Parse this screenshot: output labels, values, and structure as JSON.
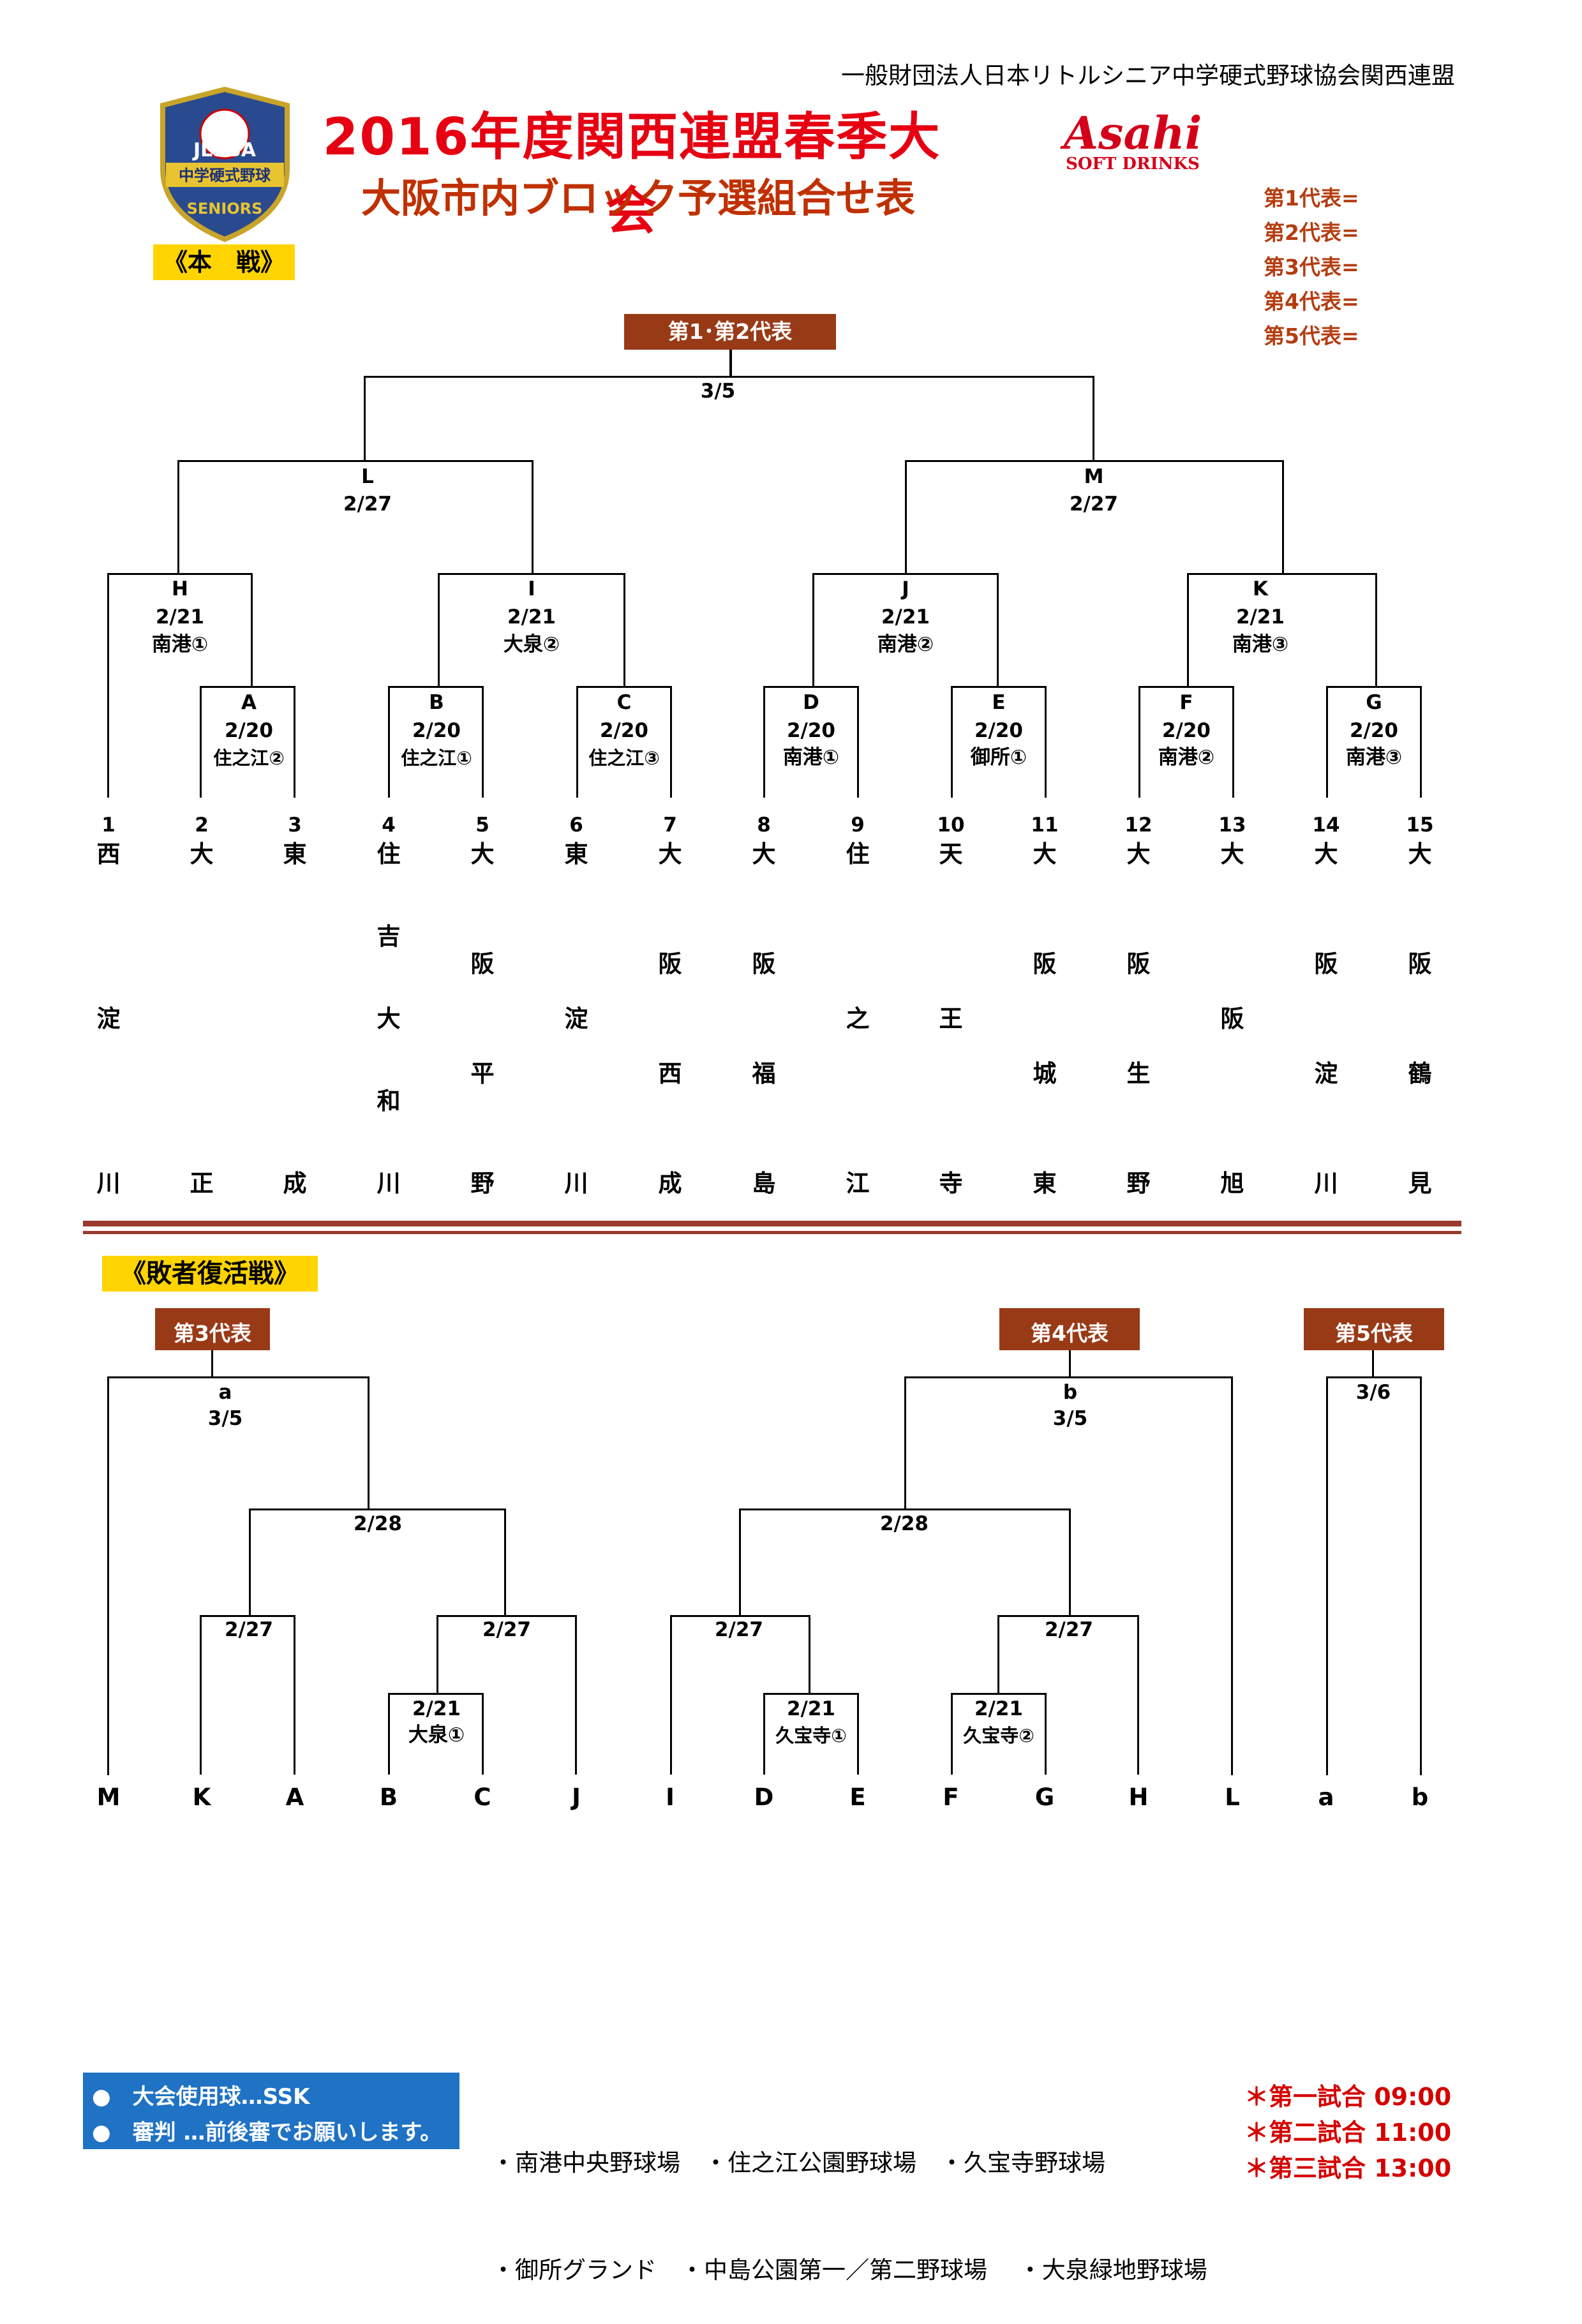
{
  "header": {
    "org": "一般財団法人日本リトルシニア中学硬式野球協会関西連盟",
    "title": "2016年度関西連盟春季大会",
    "subtitle": "大阪市内ブロック予選組合せ表",
    "logo_top": "JLSBA",
    "logo_band": "中学硬式野球",
    "logo_bottom": "SENIORS",
    "sponsor_main": "Asahi",
    "sponsor_sub": "SOFT DRINKS"
  },
  "main": {
    "section_label": "《本　戦》",
    "final_box": "第1･第2代表",
    "reps": [
      "第1代表=",
      "第2代表=",
      "第3代表=",
      "第4代表=",
      "第5代表="
    ],
    "final_date": "3/5",
    "semis": [
      {
        "id": "L",
        "date": "2/27"
      },
      {
        "id": "M",
        "date": "2/27"
      }
    ],
    "quarters": [
      {
        "id": "H",
        "date": "2/21",
        "venue": "南港①"
      },
      {
        "id": "I",
        "date": "2/21",
        "venue": "大泉②"
      },
      {
        "id": "J",
        "date": "2/21",
        "venue": "南港②"
      },
      {
        "id": "K",
        "date": "2/21",
        "venue": "南港③"
      }
    ],
    "firsts": [
      {
        "id": "A",
        "date": "2/20",
        "venue": "住之江②"
      },
      {
        "id": "B",
        "date": "2/20",
        "venue": "住之江①"
      },
      {
        "id": "C",
        "date": "2/20",
        "venue": "住之江③"
      },
      {
        "id": "D",
        "date": "2/20",
        "venue": "南港①"
      },
      {
        "id": "E",
        "date": "2/20",
        "venue": "御所①"
      },
      {
        "id": "F",
        "date": "2/20",
        "venue": "南港②"
      },
      {
        "id": "G",
        "date": "2/20",
        "venue": "南港③"
      }
    ],
    "teams": [
      {
        "no": "1",
        "chars": [
          "西",
          "淀",
          "川"
        ]
      },
      {
        "no": "2",
        "chars": [
          "大",
          "正"
        ]
      },
      {
        "no": "3",
        "chars": [
          "東",
          "成"
        ]
      },
      {
        "no": "4",
        "chars": [
          "住",
          "吉",
          "大",
          "和",
          "川"
        ]
      },
      {
        "no": "5",
        "chars": [
          "大",
          "阪",
          "平",
          "野"
        ]
      },
      {
        "no": "6",
        "chars": [
          "東",
          "淀",
          "川"
        ]
      },
      {
        "no": "7",
        "chars": [
          "大",
          "阪",
          "西",
          "成"
        ]
      },
      {
        "no": "8",
        "chars": [
          "大",
          "阪",
          "福",
          "島"
        ]
      },
      {
        "no": "9",
        "chars": [
          "住",
          "之",
          "江"
        ]
      },
      {
        "no": "10",
        "chars": [
          "天",
          "王",
          "寺"
        ]
      },
      {
        "no": "11",
        "chars": [
          "大",
          "阪",
          "城",
          "東"
        ]
      },
      {
        "no": "12",
        "chars": [
          "大",
          "阪",
          "生",
          "野"
        ]
      },
      {
        "no": "13",
        "chars": [
          "大",
          "阪",
          "旭"
        ]
      },
      {
        "no": "14",
        "chars": [
          "大",
          "阪",
          "淀",
          "川"
        ]
      },
      {
        "no": "15",
        "chars": [
          "大",
          "阪",
          "鶴",
          "見"
        ]
      }
    ]
  },
  "losers": {
    "section_label": "《敗者復活戦》",
    "box3": "第3代表",
    "box4": "第4代表",
    "box5": "第5代表",
    "a_id": "a",
    "a_date": "3/5",
    "b_id": "b",
    "b_date": "3/5",
    "c_date": "3/6",
    "left_r2": "2/28",
    "left_r1a": "2/27",
    "left_r1b": "2/27",
    "left_r0_date": "2/21",
    "left_r0_venue": "大泉①",
    "right_r2": "2/28",
    "right_r1a": "2/27",
    "right_r1b": "2/27",
    "right_r0a_date": "2/21",
    "right_r0a_venue": "久宝寺①",
    "right_r0b_date": "2/21",
    "right_r0b_venue": "久宝寺②",
    "labels": [
      "M",
      "K",
      "A",
      "B",
      "C",
      "J",
      "I",
      "D",
      "E",
      "F",
      "G",
      "H",
      "L",
      "a",
      "b"
    ]
  },
  "footer": {
    "ball": "●　大会使用球…SSK",
    "umpire": "●　審判 …前後審でお願いします。",
    "venues_line1": "・南港中央野球場　・住之江公園野球場　・久宝寺野球場",
    "venues_line2": "・御所グランド　・中島公園第一／第二野球場　 ・大泉緑地野球場",
    "times": [
      "＊第一試合 09:00",
      "＊第二試合 11:00",
      "＊第三試合 13:00"
    ]
  }
}
